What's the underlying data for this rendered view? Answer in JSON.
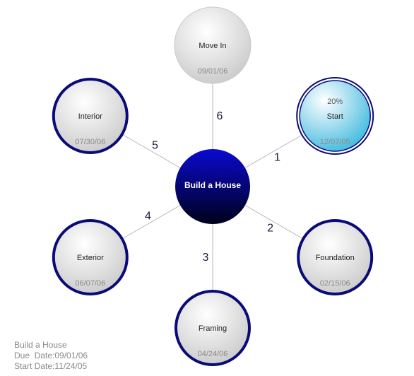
{
  "project": {
    "title": "Build a House",
    "colors": {
      "center_fill_top": "#0a0ad0",
      "center_fill_bottom": "#00001a",
      "ring": "#0b0b78",
      "node_gray_top": "#ffffff",
      "node_gray_bottom": "#c8c8c8",
      "active_top": "#ffffff",
      "active_bottom": "#3bb8dd",
      "connector": "#b5b5b5"
    }
  },
  "nodes": [
    {
      "id": "start",
      "label": "Start",
      "date": "12/07/05",
      "step": "1",
      "percent": "20%",
      "state": "active",
      "angle": -30
    },
    {
      "id": "foundation",
      "label": "Foundation",
      "date": "02/15/06",
      "step": "2",
      "state": "ringed",
      "angle": 30
    },
    {
      "id": "framing",
      "label": "Framing",
      "date": "04/24/06",
      "step": "3",
      "state": "ringed",
      "angle": 90
    },
    {
      "id": "exterior",
      "label": "Exterior",
      "date": "06/07/06",
      "step": "4",
      "state": "ringed",
      "angle": 150
    },
    {
      "id": "interior",
      "label": "Interior",
      "date": "07/30/06",
      "step": "5",
      "state": "ringed",
      "angle": 210
    },
    {
      "id": "move-in",
      "label": "Move In",
      "date": "09/01/06",
      "step": "6",
      "state": "plain",
      "angle": 270
    }
  ],
  "info": {
    "title": "Build a House",
    "due": "Due  Date:09/01/06",
    "start": "Start Date:11/24/05"
  }
}
